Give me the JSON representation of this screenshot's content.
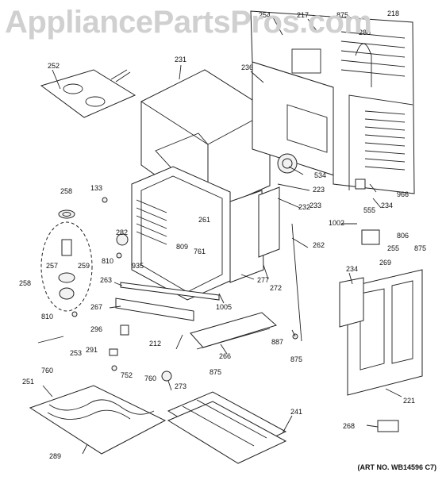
{
  "watermark": "AppliancePartsPros.com",
  "art_no": "(ART NO. WB14596 C7)",
  "labels": [
    "252",
    "231",
    "236",
    "254",
    "217",
    "875",
    "218",
    "280",
    "534",
    "223",
    "232",
    "966",
    "234",
    "555",
    "233",
    "1002",
    "806",
    "255",
    "269",
    "875",
    "262",
    "272",
    "277",
    "1005",
    "258",
    "133",
    "282",
    "261",
    "809",
    "761",
    "810",
    "935",
    "257",
    "259",
    "258",
    "810",
    "263",
    "267",
    "296",
    "212",
    "266",
    "887",
    "875",
    "291",
    "752",
    "760",
    "253",
    "760",
    "273",
    "875",
    "251",
    "289",
    "241",
    "234",
    "221",
    "268"
  ]
}
